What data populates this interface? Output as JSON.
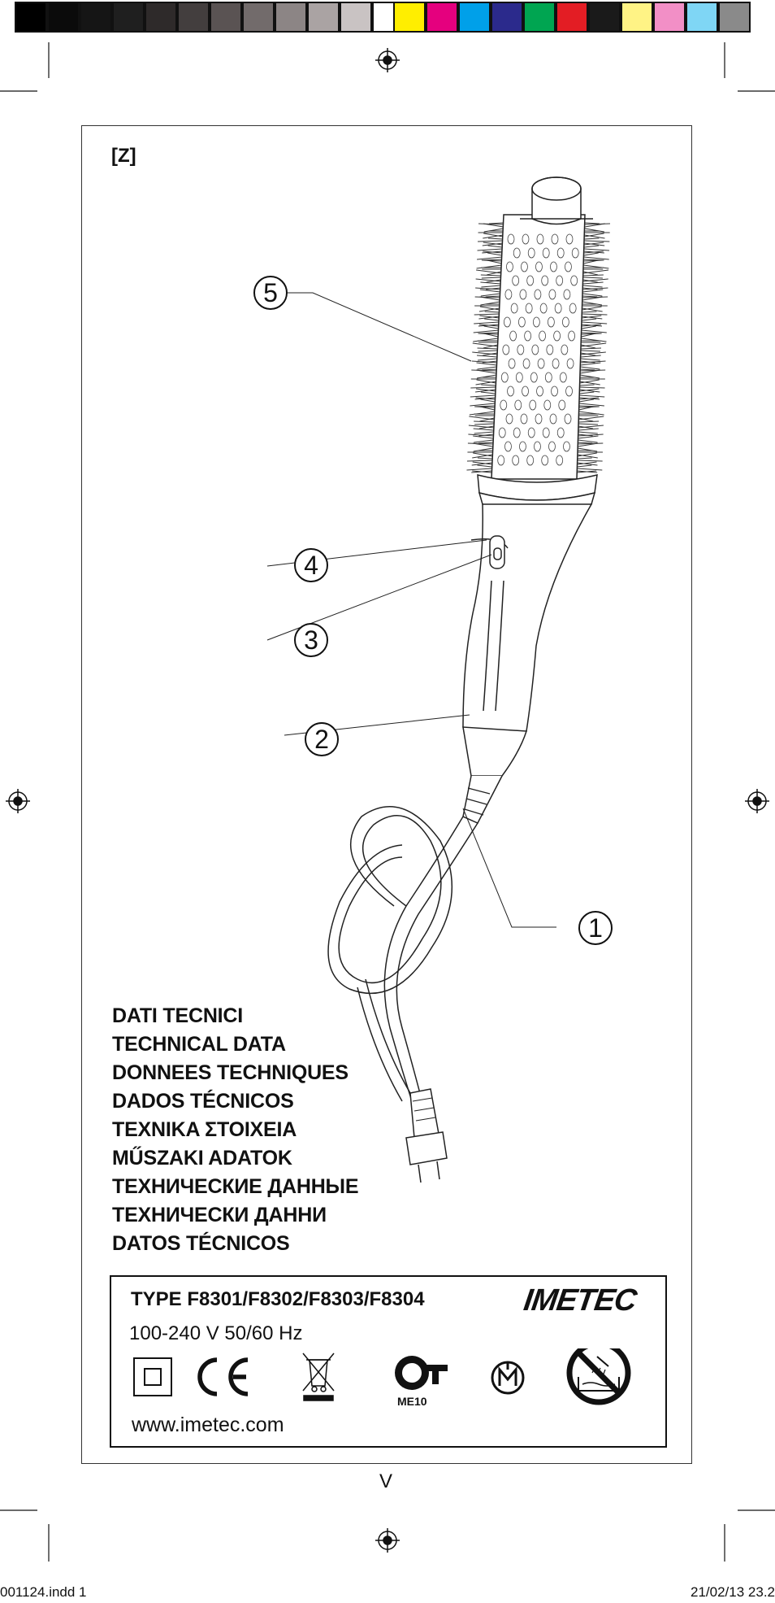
{
  "color_bar": {
    "swatches": [
      "#000000",
      "#0b0b0b",
      "#151515",
      "#1f1f1f",
      "#2e2a2a",
      "#433e3e",
      "#5a5353",
      "#726b6b",
      "#8c8585",
      "#aaa3a3",
      "#c9c3c3",
      "#ffffff",
      "#ffee00",
      "#e5007e",
      "#00a0e9",
      "#2b2a8c",
      "#00a551",
      "#e31d24",
      "#1a1a1a",
      "#fff385",
      "#f28fc6",
      "#7fd6f5",
      "#8a8a8a"
    ]
  },
  "figure_label": "[Z]",
  "callouts": [
    "1",
    "2",
    "3",
    "4",
    "5"
  ],
  "headings": [
    "DATI TECNICI",
    "TECHNICAL DATA",
    "DONNEES TECHNIQUES",
    "DADOS TÉCNICOS",
    "TEXNIKA ΣΤΟΙΧΕΙΑ",
    "MŰSZAKI ADATOK",
    "ТЕХНИЧЕСКИЕ ДАННЫЕ",
    "ТЕХНИЧЕСКИ ДАННИ",
    "DATOS TÉCNICOS"
  ],
  "spec": {
    "type": "TYPE F8301/F8302/F8303/F8304",
    "brand": "IMETEC",
    "voltage": "100-240 V  50/60 Hz",
    "website": "www.imetec.com",
    "symbols": [
      "double-insulation-icon",
      "ce-mark-icon",
      "weee-bin-icon",
      "pct-mark-icon",
      "imq-mark-icon",
      "no-water-icon"
    ],
    "pct_code": "ME10"
  },
  "page_number": "V",
  "slug": {
    "left": "001124.indd   1",
    "right": "21/02/13   23.2"
  }
}
